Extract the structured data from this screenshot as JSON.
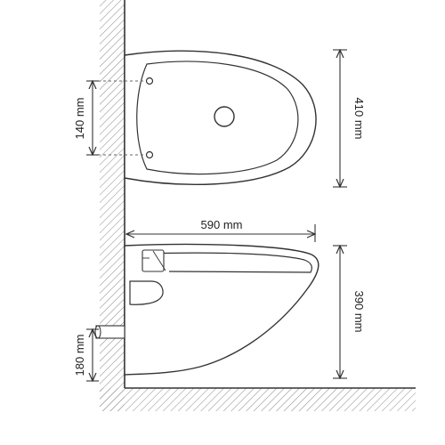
{
  "dimensions": {
    "seat_length": "590 mm",
    "seat_width": "410 mm",
    "bolt_spacing": "140 mm",
    "height": "390 mm",
    "pipe_height": "180 mm"
  },
  "colors": {
    "line": "#333333",
    "hatch": "#8a8a8a",
    "fill": "#ffffff"
  }
}
